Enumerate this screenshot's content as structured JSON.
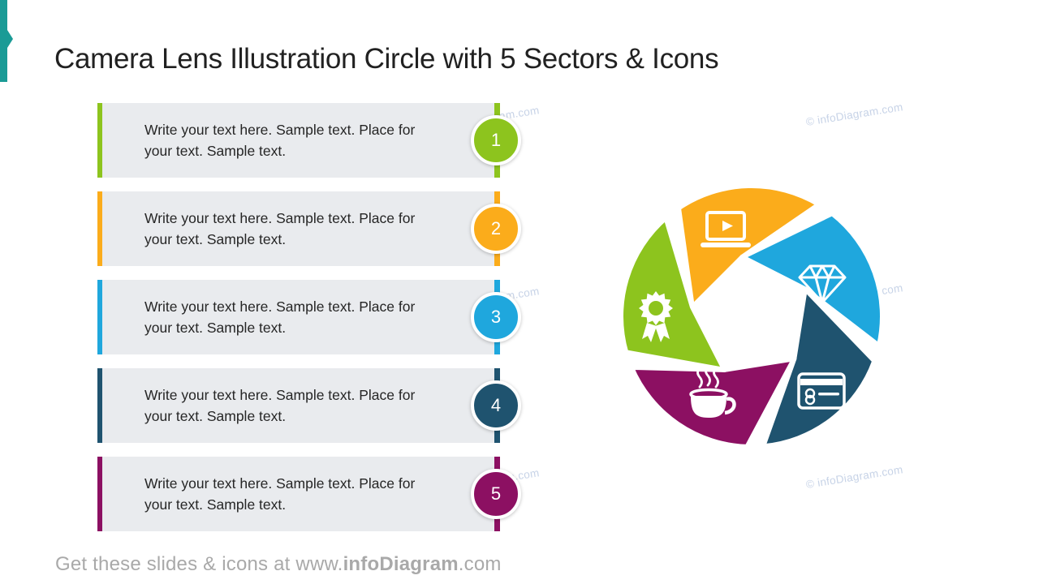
{
  "accent_color": "#1A9B96",
  "title": "Camera Lens Illustration Circle with 5 Sectors & Icons",
  "watermark_text": "© infoDiagram.com",
  "rows": [
    {
      "number": "1",
      "color": "#8DC41E",
      "text": "Write your text here. Sample text. Place for your text. Sample text."
    },
    {
      "number": "2",
      "color": "#FBAC1B",
      "text": "Write your text here. Sample text. Place for your text. Sample text."
    },
    {
      "number": "3",
      "color": "#1FA7DD",
      "text": "Write your text here. Sample text. Place for your text. Sample text."
    },
    {
      "number": "4",
      "color": "#1F536F",
      "text": "Write your text here. Sample text. Place for your text. Sample text."
    },
    {
      "number": "5",
      "color": "#8C1062",
      "text": "Write your text here. Sample text. Place for your text. Sample text."
    }
  ],
  "aperture": {
    "sectors": [
      {
        "name": "video-laptop",
        "color": "#FBAC1B"
      },
      {
        "name": "diamond",
        "color": "#1FA7DD"
      },
      {
        "name": "credit-card",
        "color": "#1F536F"
      },
      {
        "name": "coffee-cup",
        "color": "#8C1062"
      },
      {
        "name": "award-ribbon",
        "color": "#8DC41E"
      }
    ]
  },
  "footer": {
    "prefix": "Get these slides & icons at www.",
    "brand": "infoDiagram",
    "suffix": ".com"
  }
}
